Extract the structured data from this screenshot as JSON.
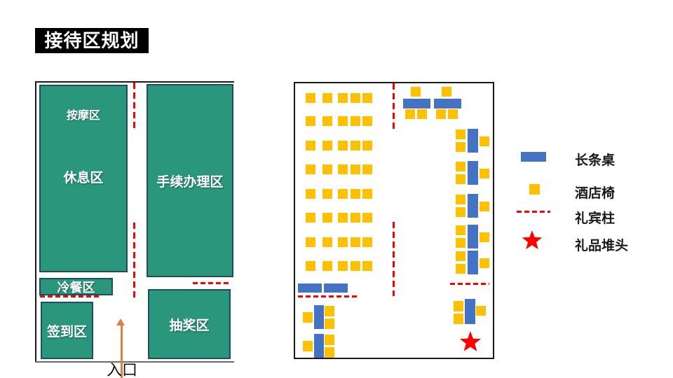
{
  "slide": {
    "title": "接待区规划"
  },
  "colors": {
    "zone_fill": "#2A967C",
    "zone_border": "#1F4E5F",
    "table_blue": "#4472C4",
    "chair_yellow": "#FFC000",
    "line_red": "#FF0000",
    "arrow_orange": "#E0803C",
    "title_bg": "#000000",
    "title_text": "#FFFFFF"
  },
  "floor_plan": {
    "zones": [
      {
        "label": "按摩区"
      },
      {
        "label": "休息区"
      },
      {
        "label": "手续办理区"
      },
      {
        "label": "冷餐区"
      },
      {
        "label": "签到区"
      },
      {
        "label": "抽奖区"
      }
    ],
    "entrance_label": "入口"
  },
  "seating_plan": {
    "chair_grid": {
      "rows": 8,
      "cols": 5
    },
    "top_table_groups": 2,
    "right_column_table_groups": 5,
    "below_line_right_groups": 1,
    "bottom_horizontal_tables": 2,
    "bottom_left_table_groups": 2,
    "gift_pile_count": 1
  },
  "legend": {
    "items": [
      {
        "label": "长条桌",
        "symbol": "long-table"
      },
      {
        "label": "酒店椅",
        "symbol": "hotel-chair"
      },
      {
        "label": "礼宾柱",
        "symbol": "greeter-column"
      },
      {
        "label": "礼品堆头",
        "symbol": "gift-pile"
      }
    ]
  }
}
